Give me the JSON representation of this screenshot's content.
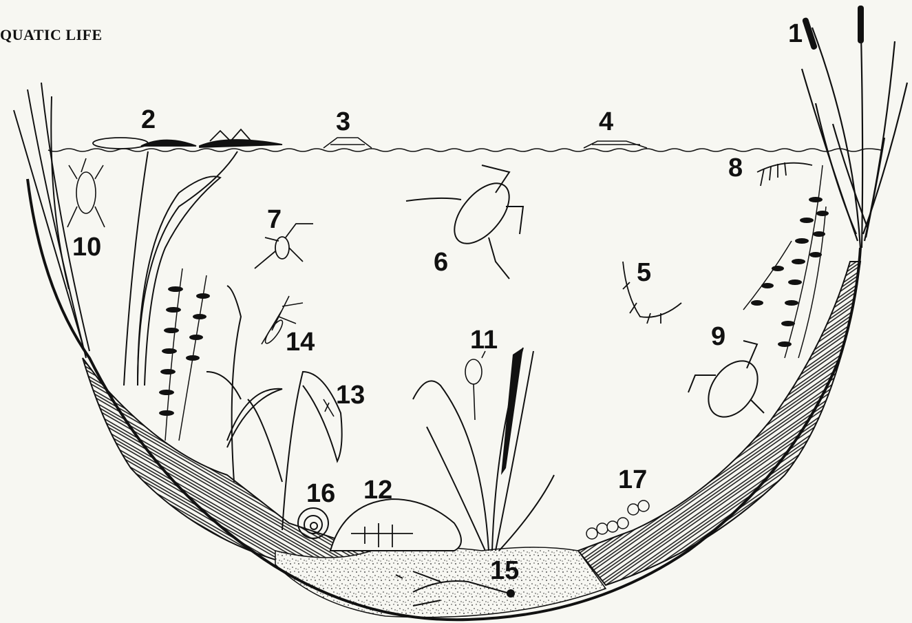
{
  "title": "QUATIC LIFE",
  "labels": [
    "1",
    "2",
    "3",
    "4",
    "5",
    "6",
    "7",
    "8",
    "9",
    "10",
    "11",
    "12",
    "13",
    "14",
    "15",
    "16",
    "17"
  ],
  "colors": {
    "ink": "#111111",
    "paper": "#f7f7f2"
  }
}
